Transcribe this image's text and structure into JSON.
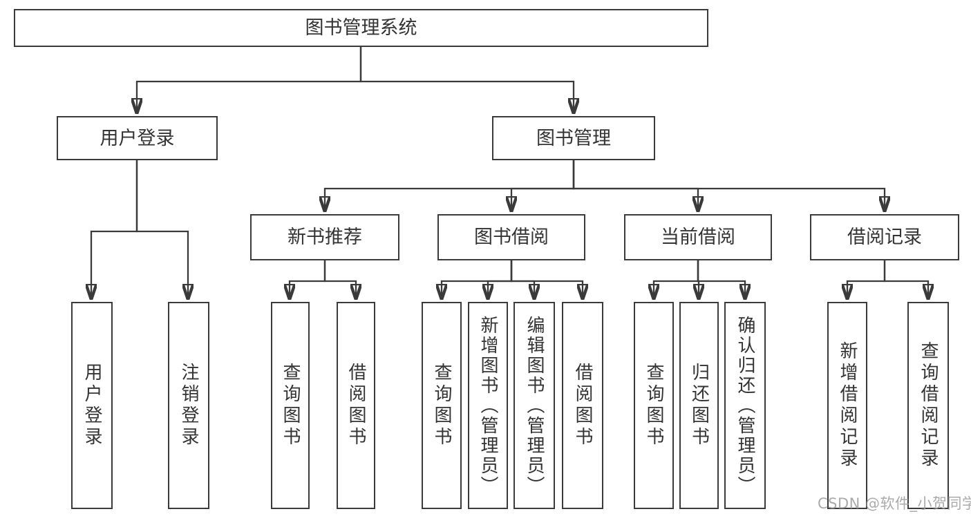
{
  "diagram": {
    "root": {
      "label": "图书管理系统"
    },
    "level2": [
      {
        "label": "用户登录"
      },
      {
        "label": "图书管理"
      }
    ],
    "level3": [
      {
        "label": "新书推荐"
      },
      {
        "label": "图书借阅"
      },
      {
        "label": "当前借阅"
      },
      {
        "label": "借阅记录"
      }
    ],
    "leaves": {
      "userLogin": [
        {
          "label": "用户登录"
        },
        {
          "label": "注销登录"
        }
      ],
      "newBooks": [
        {
          "label": "查询图书"
        },
        {
          "label": "借阅图书"
        }
      ],
      "borrow": [
        {
          "label": "查询图书"
        },
        {
          "label": "新增图书（管理员）"
        },
        {
          "label": "编辑图书（管理员）"
        },
        {
          "label": "借阅图书"
        }
      ],
      "current": [
        {
          "label": "查询图书"
        },
        {
          "label": "归还图书"
        },
        {
          "label": "确认归还（管理员）"
        }
      ],
      "records": [
        {
          "label": "新增借阅记录"
        },
        {
          "label": "查询借阅记录"
        }
      ]
    }
  },
  "watermark": {
    "text": "CSDN @软件_小贺同学"
  },
  "colors": {
    "line": "#3a3a3a",
    "text": "#333333",
    "box_background": "#ffffff",
    "watermark": "#9b9b9b"
  }
}
